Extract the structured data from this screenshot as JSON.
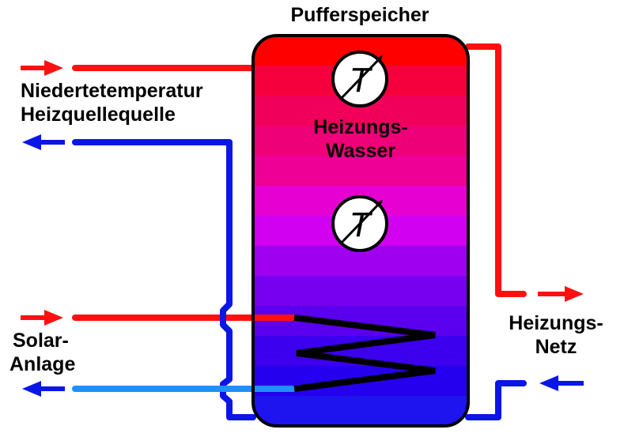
{
  "diagram": {
    "title": "Pufferspeicher",
    "tank_label": {
      "line1": "Heizungs-",
      "line2": "Wasser"
    },
    "source_label": {
      "line1": "Niedertetemperatur",
      "line2": "Heizquellequelle"
    },
    "solar_label": {
      "line1": "Solar-",
      "line2": "Anlage"
    },
    "network_label": {
      "line1": "Heizungs-",
      "line2": "Netz"
    },
    "thermometer_symbol": "T",
    "colors": {
      "hot_pipe": "#ff1010",
      "cold_pipe": "#0a16e6",
      "solar_return": "#1e90ff",
      "tank_layers": [
        "#ff0000",
        "#f5003c",
        "#f0005a",
        "#ee0078",
        "#ee0096",
        "#e600d2",
        "#d200f0",
        "#a000f0",
        "#7800f0",
        "#5a00ee",
        "#3c00ee",
        "#2400ee",
        "#1e14f0"
      ]
    }
  }
}
